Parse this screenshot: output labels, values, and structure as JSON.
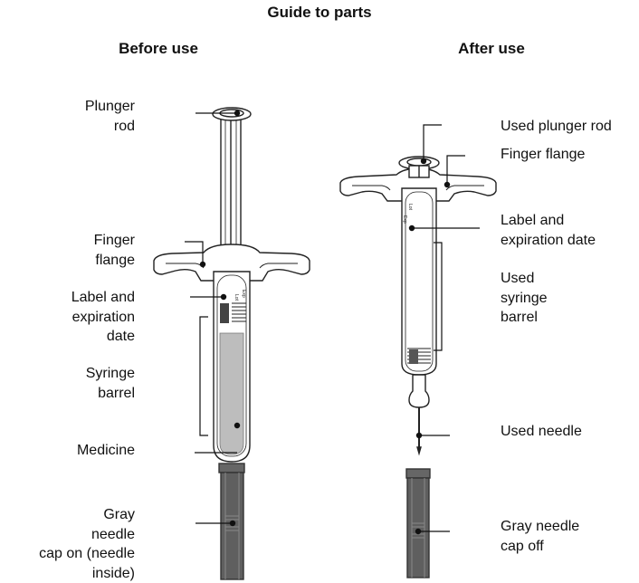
{
  "title": "Guide to parts",
  "before": {
    "heading": "Before use",
    "labels": {
      "plunger_rod": "Plunger\nrod",
      "finger_flange": "Finger\nflange",
      "label_expiration": "Label and\nexpiration\ndate",
      "syringe_barrel": "Syringe\nbarrel",
      "medicine": "Medicine",
      "gray_cap_on": "Gray\nneedle\ncap on (needle\ninside)"
    },
    "syringe_label_text": [
      "Lot",
      "Exp"
    ]
  },
  "after": {
    "heading": "After use",
    "labels": {
      "used_plunger_rod": "Used plunger rod",
      "finger_flange": "Finger flange",
      "label_expiration": "Label and\nexpiration date",
      "used_syringe_barrel": "Used\nsyringe\nbarrel",
      "used_needle": "Used needle",
      "gray_cap_off": "Gray needle\ncap off"
    },
    "syringe_label_text": [
      "Lot",
      "Exp"
    ]
  }
}
